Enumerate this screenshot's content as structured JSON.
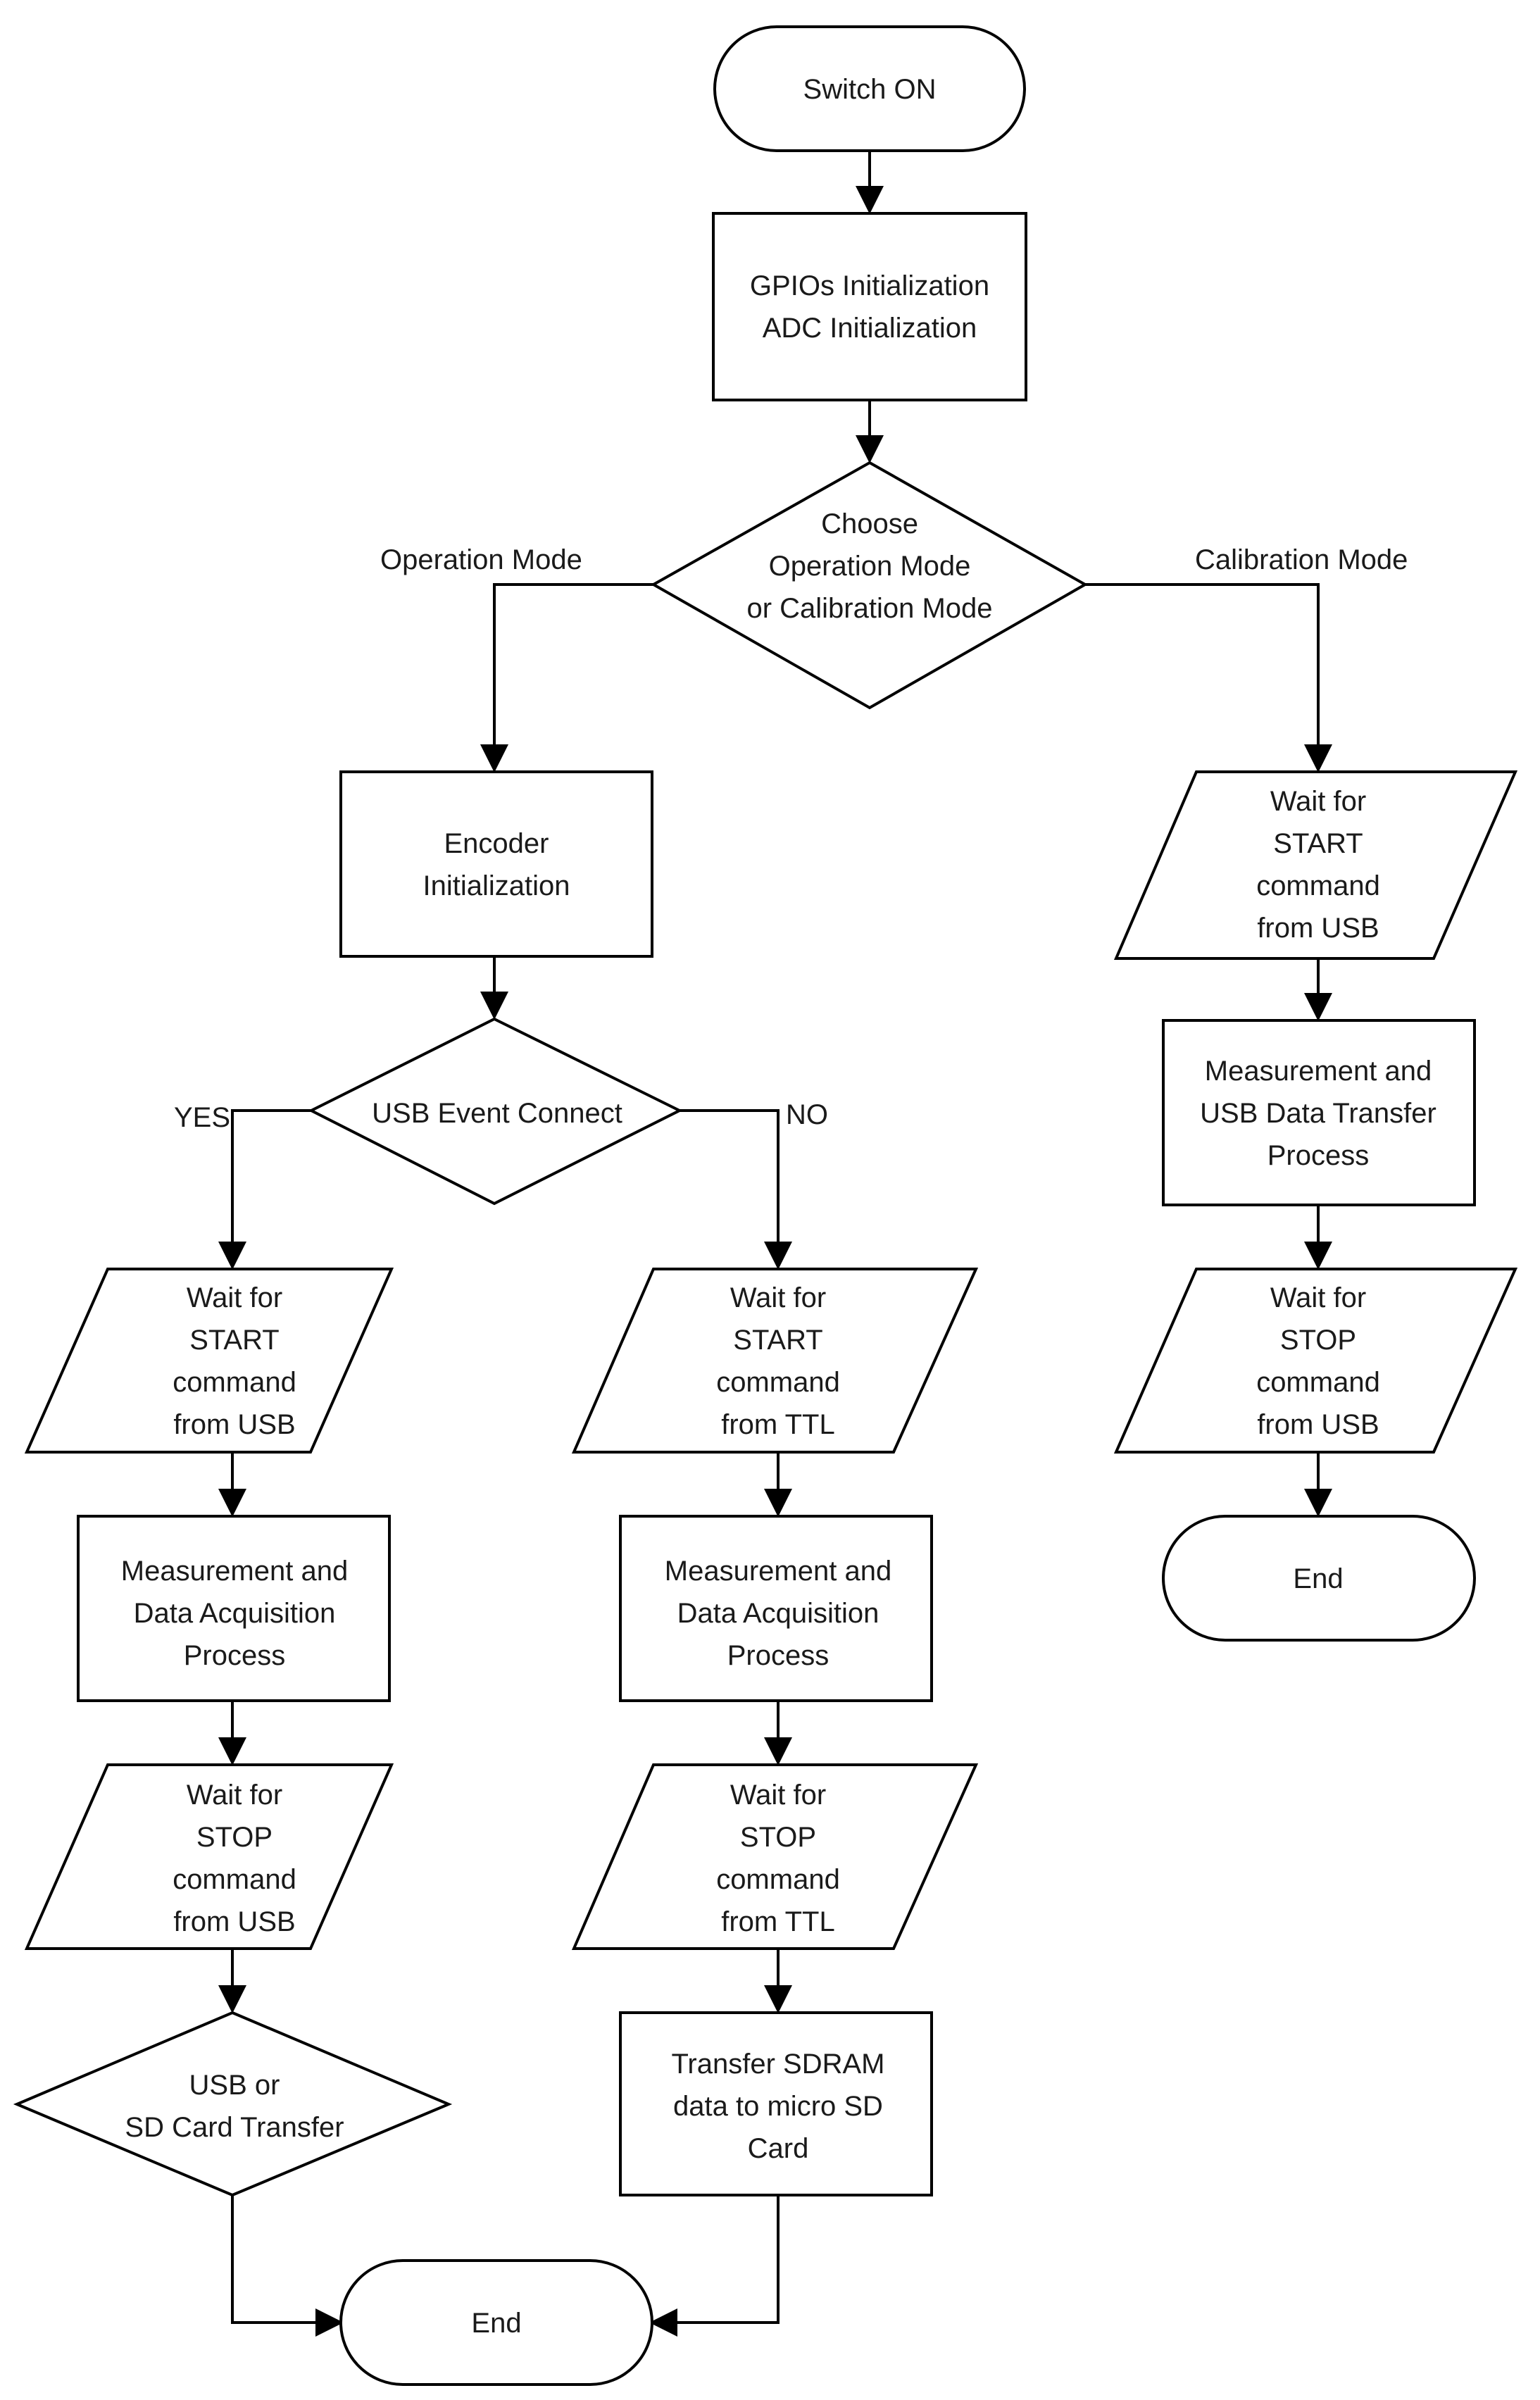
{
  "nodes": {
    "switch_on": {
      "lines": [
        "Switch ON"
      ]
    },
    "init": {
      "lines": [
        "GPIOs Initialization",
        "ADC Initialization"
      ]
    },
    "choose_mode": {
      "lines": [
        "Choose",
        "Operation Mode",
        "or Calibration Mode"
      ]
    },
    "encoder_init": {
      "lines": [
        "Encoder",
        "Initialization"
      ]
    },
    "usb_event": {
      "lines": [
        "USB Event Connect"
      ]
    },
    "wait_start_usb": {
      "lines": [
        "Wait for",
        "START",
        "command",
        "from USB"
      ]
    },
    "measure_usb": {
      "lines": [
        "Measurement and",
        "Data Acquisition",
        "Process"
      ]
    },
    "wait_stop_usb": {
      "lines": [
        "Wait for",
        "STOP",
        "command",
        "from USB"
      ]
    },
    "usb_or_sd": {
      "lines": [
        "USB or",
        "SD Card Transfer"
      ]
    },
    "wait_start_ttl": {
      "lines": [
        "Wait for",
        "START",
        "command",
        "from TTL"
      ]
    },
    "measure_ttl": {
      "lines": [
        "Measurement and",
        "Data Acquisition",
        "Process"
      ]
    },
    "wait_stop_ttl": {
      "lines": [
        "Wait for",
        "STOP",
        "command",
        "from TTL"
      ]
    },
    "transfer_sd": {
      "lines": [
        "Transfer SDRAM",
        "data to micro SD",
        "Card"
      ]
    },
    "end_main": {
      "lines": [
        "End"
      ]
    },
    "cal_wait_start": {
      "lines": [
        "Wait for",
        "START",
        "command",
        "from USB"
      ]
    },
    "cal_measure": {
      "lines": [
        "Measurement and",
        "USB Data Transfer",
        "Process"
      ]
    },
    "cal_wait_stop": {
      "lines": [
        "Wait for",
        "STOP",
        "command",
        "from USB"
      ]
    },
    "end_cal": {
      "lines": [
        "End"
      ]
    }
  },
  "edge_labels": {
    "operation_mode": "Operation Mode",
    "calibration_mode": "Calibration Mode",
    "yes": "YES",
    "no": "NO"
  }
}
